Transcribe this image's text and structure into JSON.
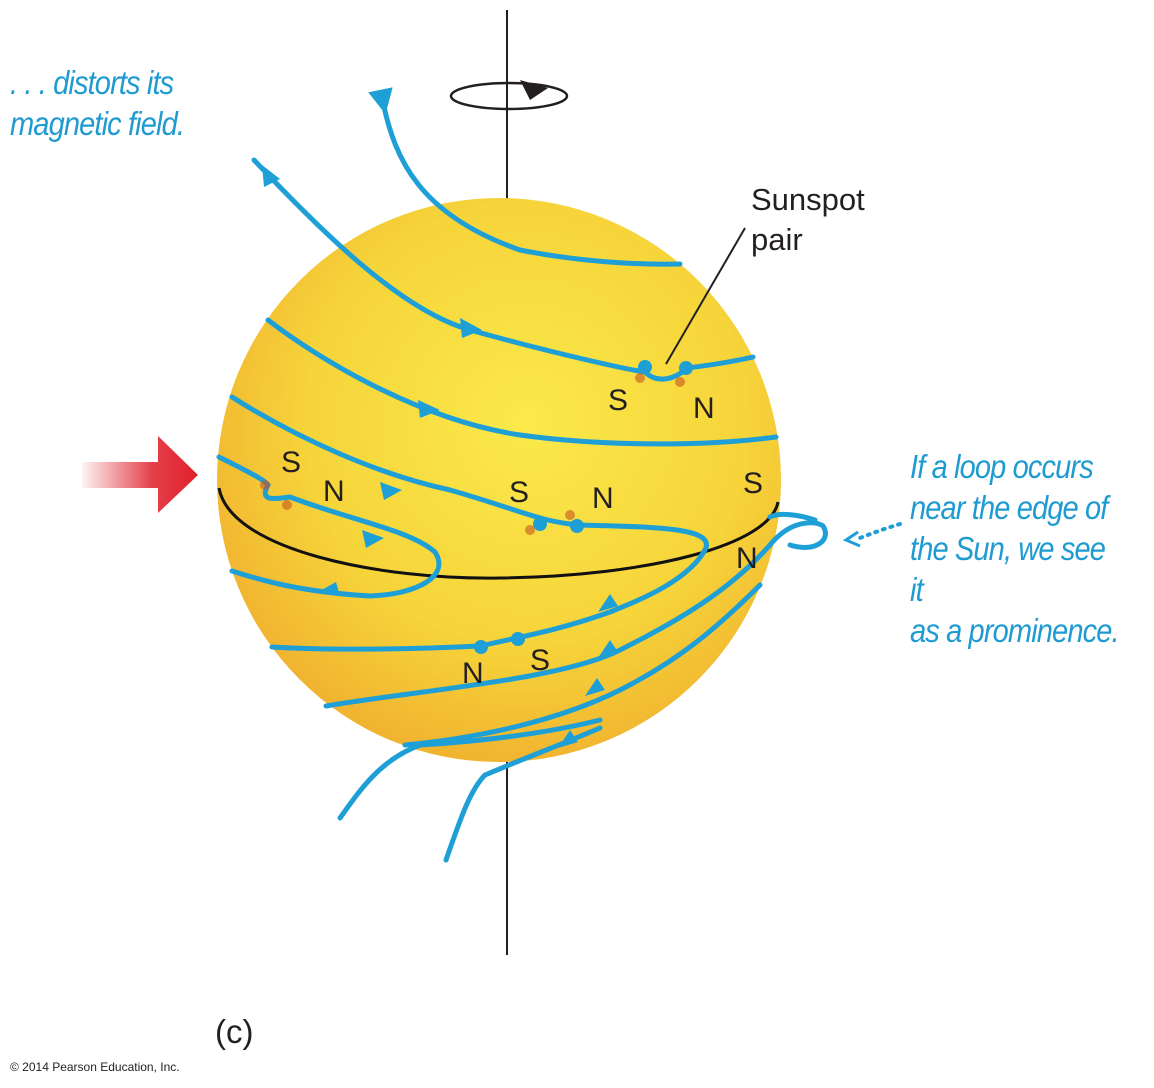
{
  "captions": {
    "top_left": [
      ". . . distorts its",
      "magnetic field."
    ],
    "right": [
      "If a loop occurs",
      "near the edge of",
      "the Sun, we see it",
      "as a prominence."
    ]
  },
  "sunspot_label": [
    "Sunspot",
    "pair"
  ],
  "poles": {
    "p1": "S",
    "p2": "N",
    "p3": "S",
    "p4": "N",
    "p5": "S",
    "p6": "N",
    "p7": "S",
    "p8": "N",
    "p9": "N",
    "p10": "S"
  },
  "panel_label": "(c)",
  "copyright": "© 2014 Pearson Education, Inc.",
  "colors": {
    "field_line": "#1e9fd6",
    "sun": "#f7d838",
    "sun_edge": "#f0a830",
    "arrow_red": "#e01f2b",
    "caption": "#1f9bd1"
  }
}
